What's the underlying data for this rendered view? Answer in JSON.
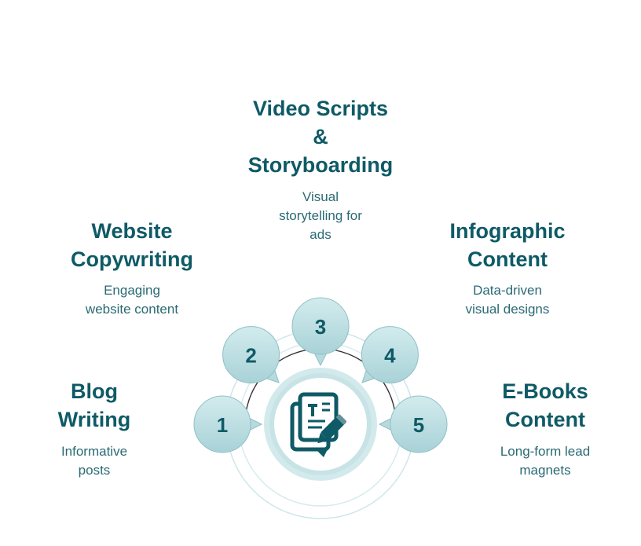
{
  "items": [
    {
      "number": "1",
      "title_lines": [
        "Blog",
        "Writing"
      ],
      "desc_lines": [
        "Informative",
        "posts"
      ],
      "icon": "number-badge"
    },
    {
      "number": "2",
      "title_lines": [
        "Website",
        "Copywriting"
      ],
      "desc_lines": [
        "Engaging",
        "website content"
      ],
      "icon": "number-badge"
    },
    {
      "number": "3",
      "title_lines": [
        "Video Scripts",
        "&",
        "Storyboarding"
      ],
      "desc_lines": [
        "Visual",
        "storytelling for",
        "ads"
      ],
      "icon": "number-badge"
    },
    {
      "number": "4",
      "title_lines": [
        "Infographic",
        "Content"
      ],
      "desc_lines": [
        "Data-driven",
        "visual designs"
      ],
      "icon": "number-badge"
    },
    {
      "number": "5",
      "title_lines": [
        "E-Books",
        "Content"
      ],
      "desc_lines": [
        "Long-form lead",
        "magnets"
      ],
      "icon": "number-badge"
    }
  ],
  "center_icon": "content-writing-icon",
  "colors": {
    "title": "#0e5a66",
    "description": "#2a6a74",
    "bubble_fill": "#bfe0e3",
    "bubble_stroke": "#8fbfc5",
    "ring": "#cfe6e8",
    "arc": "#333333",
    "icon": "#0e5a66"
  }
}
